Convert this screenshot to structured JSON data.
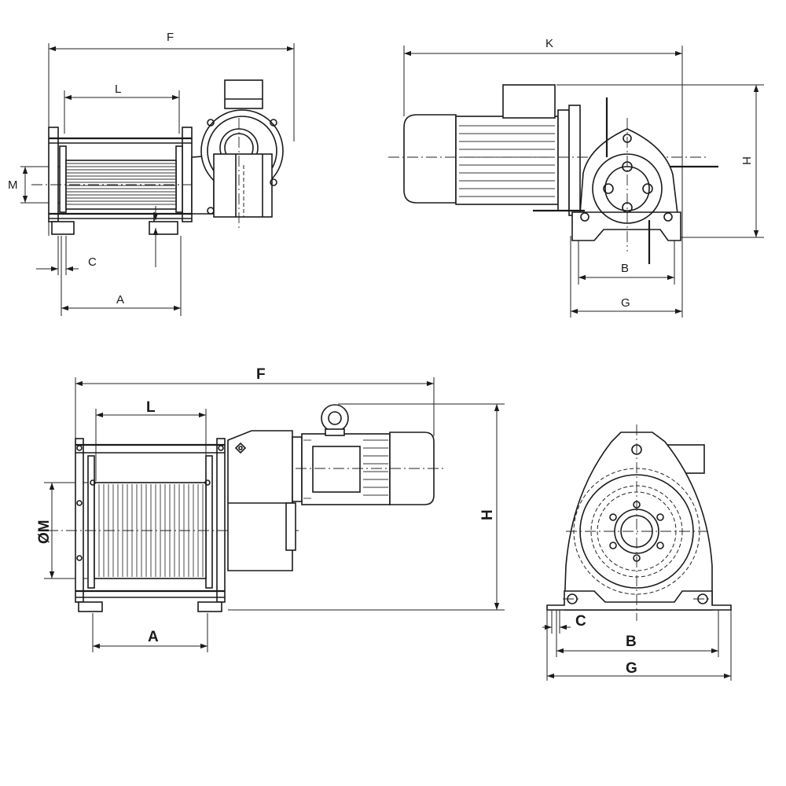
{
  "labels": {
    "top_left": {
      "F": "F",
      "L": "L",
      "M": "M",
      "C": "C",
      "A": "A"
    },
    "top_right": {
      "K": "K",
      "H": "H",
      "B": "B",
      "G": "G"
    },
    "bottom_left": {
      "F": "F",
      "L": "L",
      "M": "ØM",
      "H": "H",
      "A": "A"
    },
    "bottom_right": {
      "C": "C",
      "B": "B",
      "G": "G"
    }
  },
  "colors": {
    "line": "#1a1a1a",
    "background": "#ffffff"
  }
}
